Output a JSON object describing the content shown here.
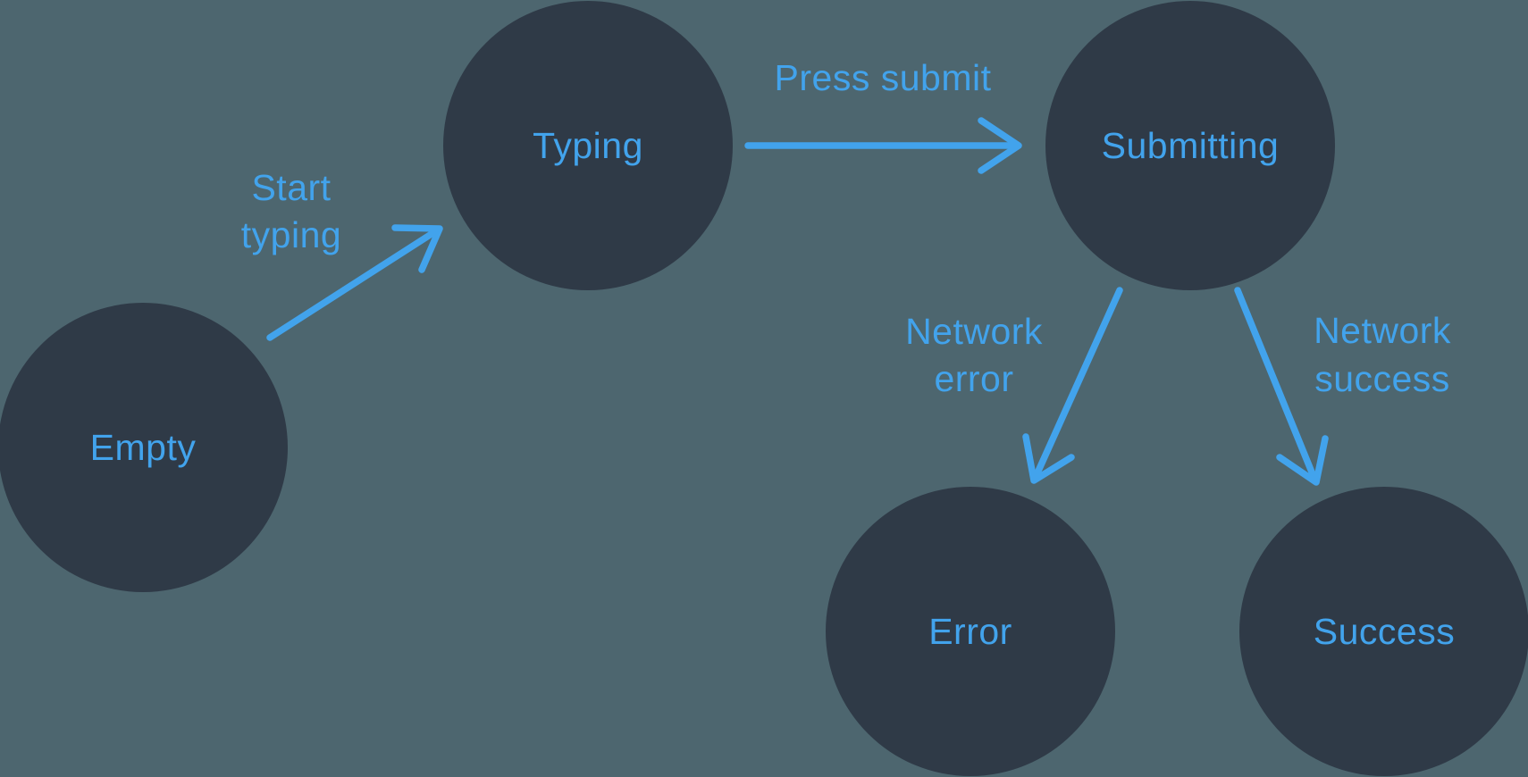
{
  "colors": {
    "background": "#4D666F",
    "node_fill": "#2F3A47",
    "accent": "#42A3EC"
  },
  "diagram": {
    "type": "state-machine",
    "nodes": [
      {
        "id": "empty",
        "label": "Empty"
      },
      {
        "id": "typing",
        "label": "Typing"
      },
      {
        "id": "submitting",
        "label": "Submitting"
      },
      {
        "id": "error",
        "label": "Error"
      },
      {
        "id": "success",
        "label": "Success"
      }
    ],
    "edges": [
      {
        "from": "empty",
        "to": "typing",
        "label_lines": [
          "Start",
          "typing"
        ]
      },
      {
        "from": "typing",
        "to": "submitting",
        "label_lines": [
          "Press submit"
        ]
      },
      {
        "from": "submitting",
        "to": "error",
        "label_lines": [
          "Network",
          "error"
        ]
      },
      {
        "from": "submitting",
        "to": "success",
        "label_lines": [
          "Network",
          "success"
        ]
      }
    ]
  }
}
